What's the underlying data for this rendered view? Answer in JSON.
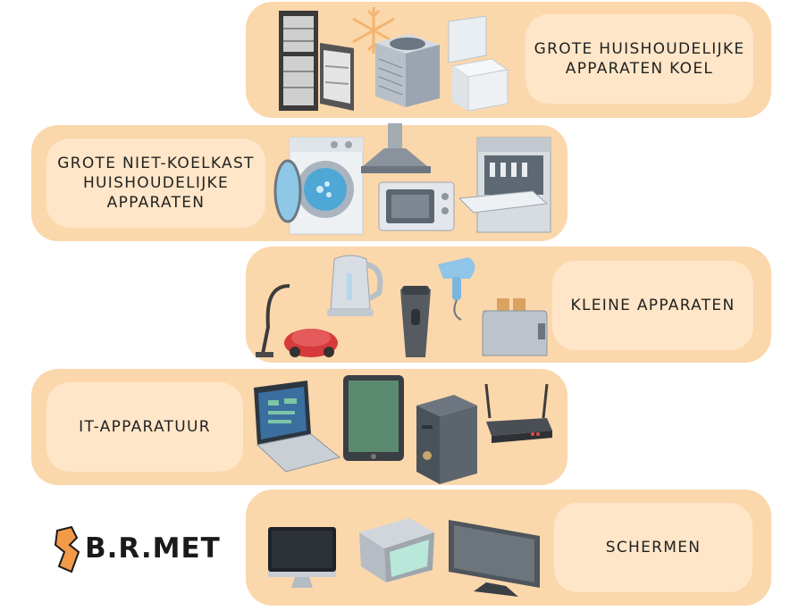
{
  "brand": {
    "name": "B.R.MET",
    "accent": "#fbd7ac",
    "pill": "#ffe6c8",
    "logo_color": "#f29a4a"
  },
  "categories": [
    {
      "lines": [
        "GROTE HUISHOUDELIJKE",
        "APPARATEN KOEL"
      ],
      "icons": [
        "refrigerator-icon",
        "snowflake-icon",
        "air-conditioner-icon",
        "chest-freezer-icon"
      ]
    },
    {
      "lines": [
        "GROTE NIET-KOELKAST",
        "HUISHOUDELIJKE",
        "APPARATEN"
      ],
      "icons": [
        "washing-machine-icon",
        "cooker-hood-icon",
        "microwave-icon",
        "dishwasher-icon"
      ]
    },
    {
      "lines": [
        "KLEINE APPARATEN"
      ],
      "icons": [
        "vacuum-cleaner-icon",
        "kettle-icon",
        "shaver-icon",
        "hair-dryer-icon",
        "toaster-icon"
      ]
    },
    {
      "lines": [
        "IT-APPARATUUR"
      ],
      "icons": [
        "laptop-icon",
        "tablet-icon",
        "pc-tower-icon",
        "router-icon"
      ]
    },
    {
      "lines": [
        "SCHERMEN"
      ],
      "icons": [
        "monitor-icon",
        "crt-monitor-icon",
        "tv-icon"
      ]
    }
  ]
}
